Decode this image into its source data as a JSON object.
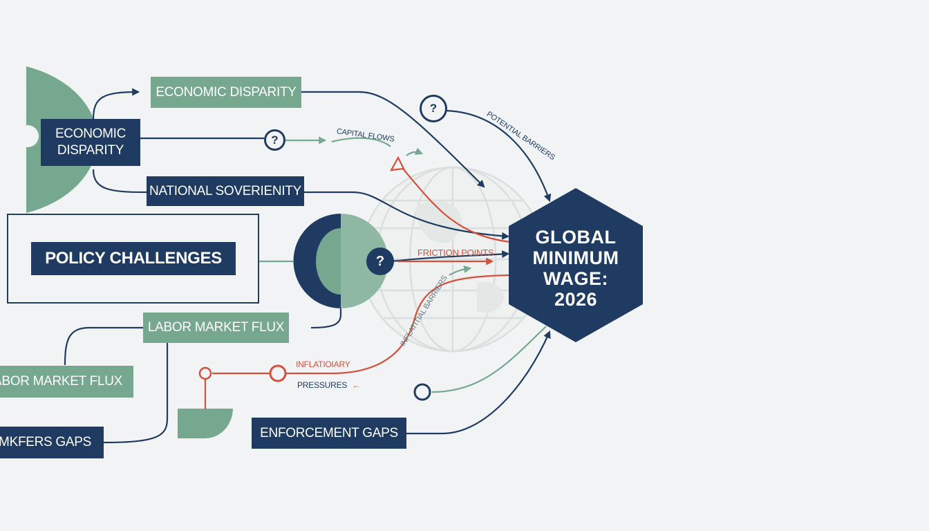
{
  "colors": {
    "navy": "#1f3b62",
    "green": "#76a890",
    "red": "#d4503a",
    "globe": "#d3dad8",
    "background": "#f1f3f4"
  },
  "hub": {
    "title_line1": "GLOBAL",
    "title_line2": "MINIMUM",
    "title_line3": "WAGE:",
    "title_line4": "2026"
  },
  "labels": {
    "economic_disparity_top": "ECONOMIC DISPARITY",
    "economic_disparity_left_line1": "ECONOMIC",
    "economic_disparity_left_line2": "DISPARITY",
    "national_soverienity": "NATIONAL SOVERIENITY",
    "policy_challenges": "POLICY CHALLENGES",
    "labor_market_flux_center": "LABOR MARKET FLUX",
    "labor_market_flux_left": "LABOR MARKET FLUX",
    "emkfers_gaps": "EMKFERS GAPS",
    "enforcement_gaps": "ENFORCEMENT GAPS"
  },
  "annotations": {
    "capital_flows": "CAPITAL FLOWS",
    "potential_barriers": "POTENTIAL BARRIERS",
    "friction_points": "FRICTION POINTS",
    "inflatitial_barriers": "INFLATITIAL BARRIERS",
    "inflatioiary": "INFLATIOIARY",
    "pressures": "PRESSURES",
    "pressures_arrow": "←"
  },
  "question_mark": "?"
}
